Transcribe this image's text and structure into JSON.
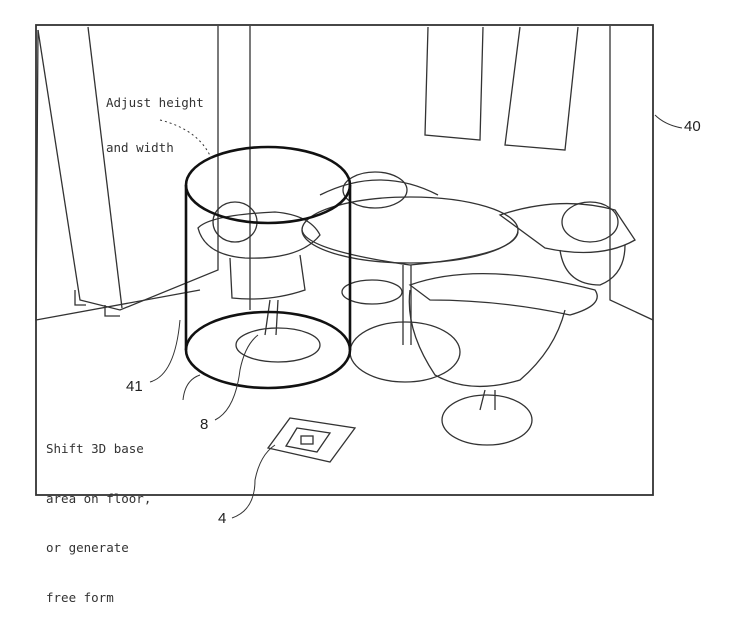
{
  "annotations": {
    "adjust_line1": "Adjust height",
    "adjust_line2": "and width",
    "shift_line1": "Shift 3D base",
    "shift_line2": "area on floor,",
    "shift_line3": "or generate",
    "shift_line4": "free form"
  },
  "reference_numerals": {
    "display": "40",
    "cylinder": "41",
    "base_area": "8",
    "marker": "4"
  }
}
